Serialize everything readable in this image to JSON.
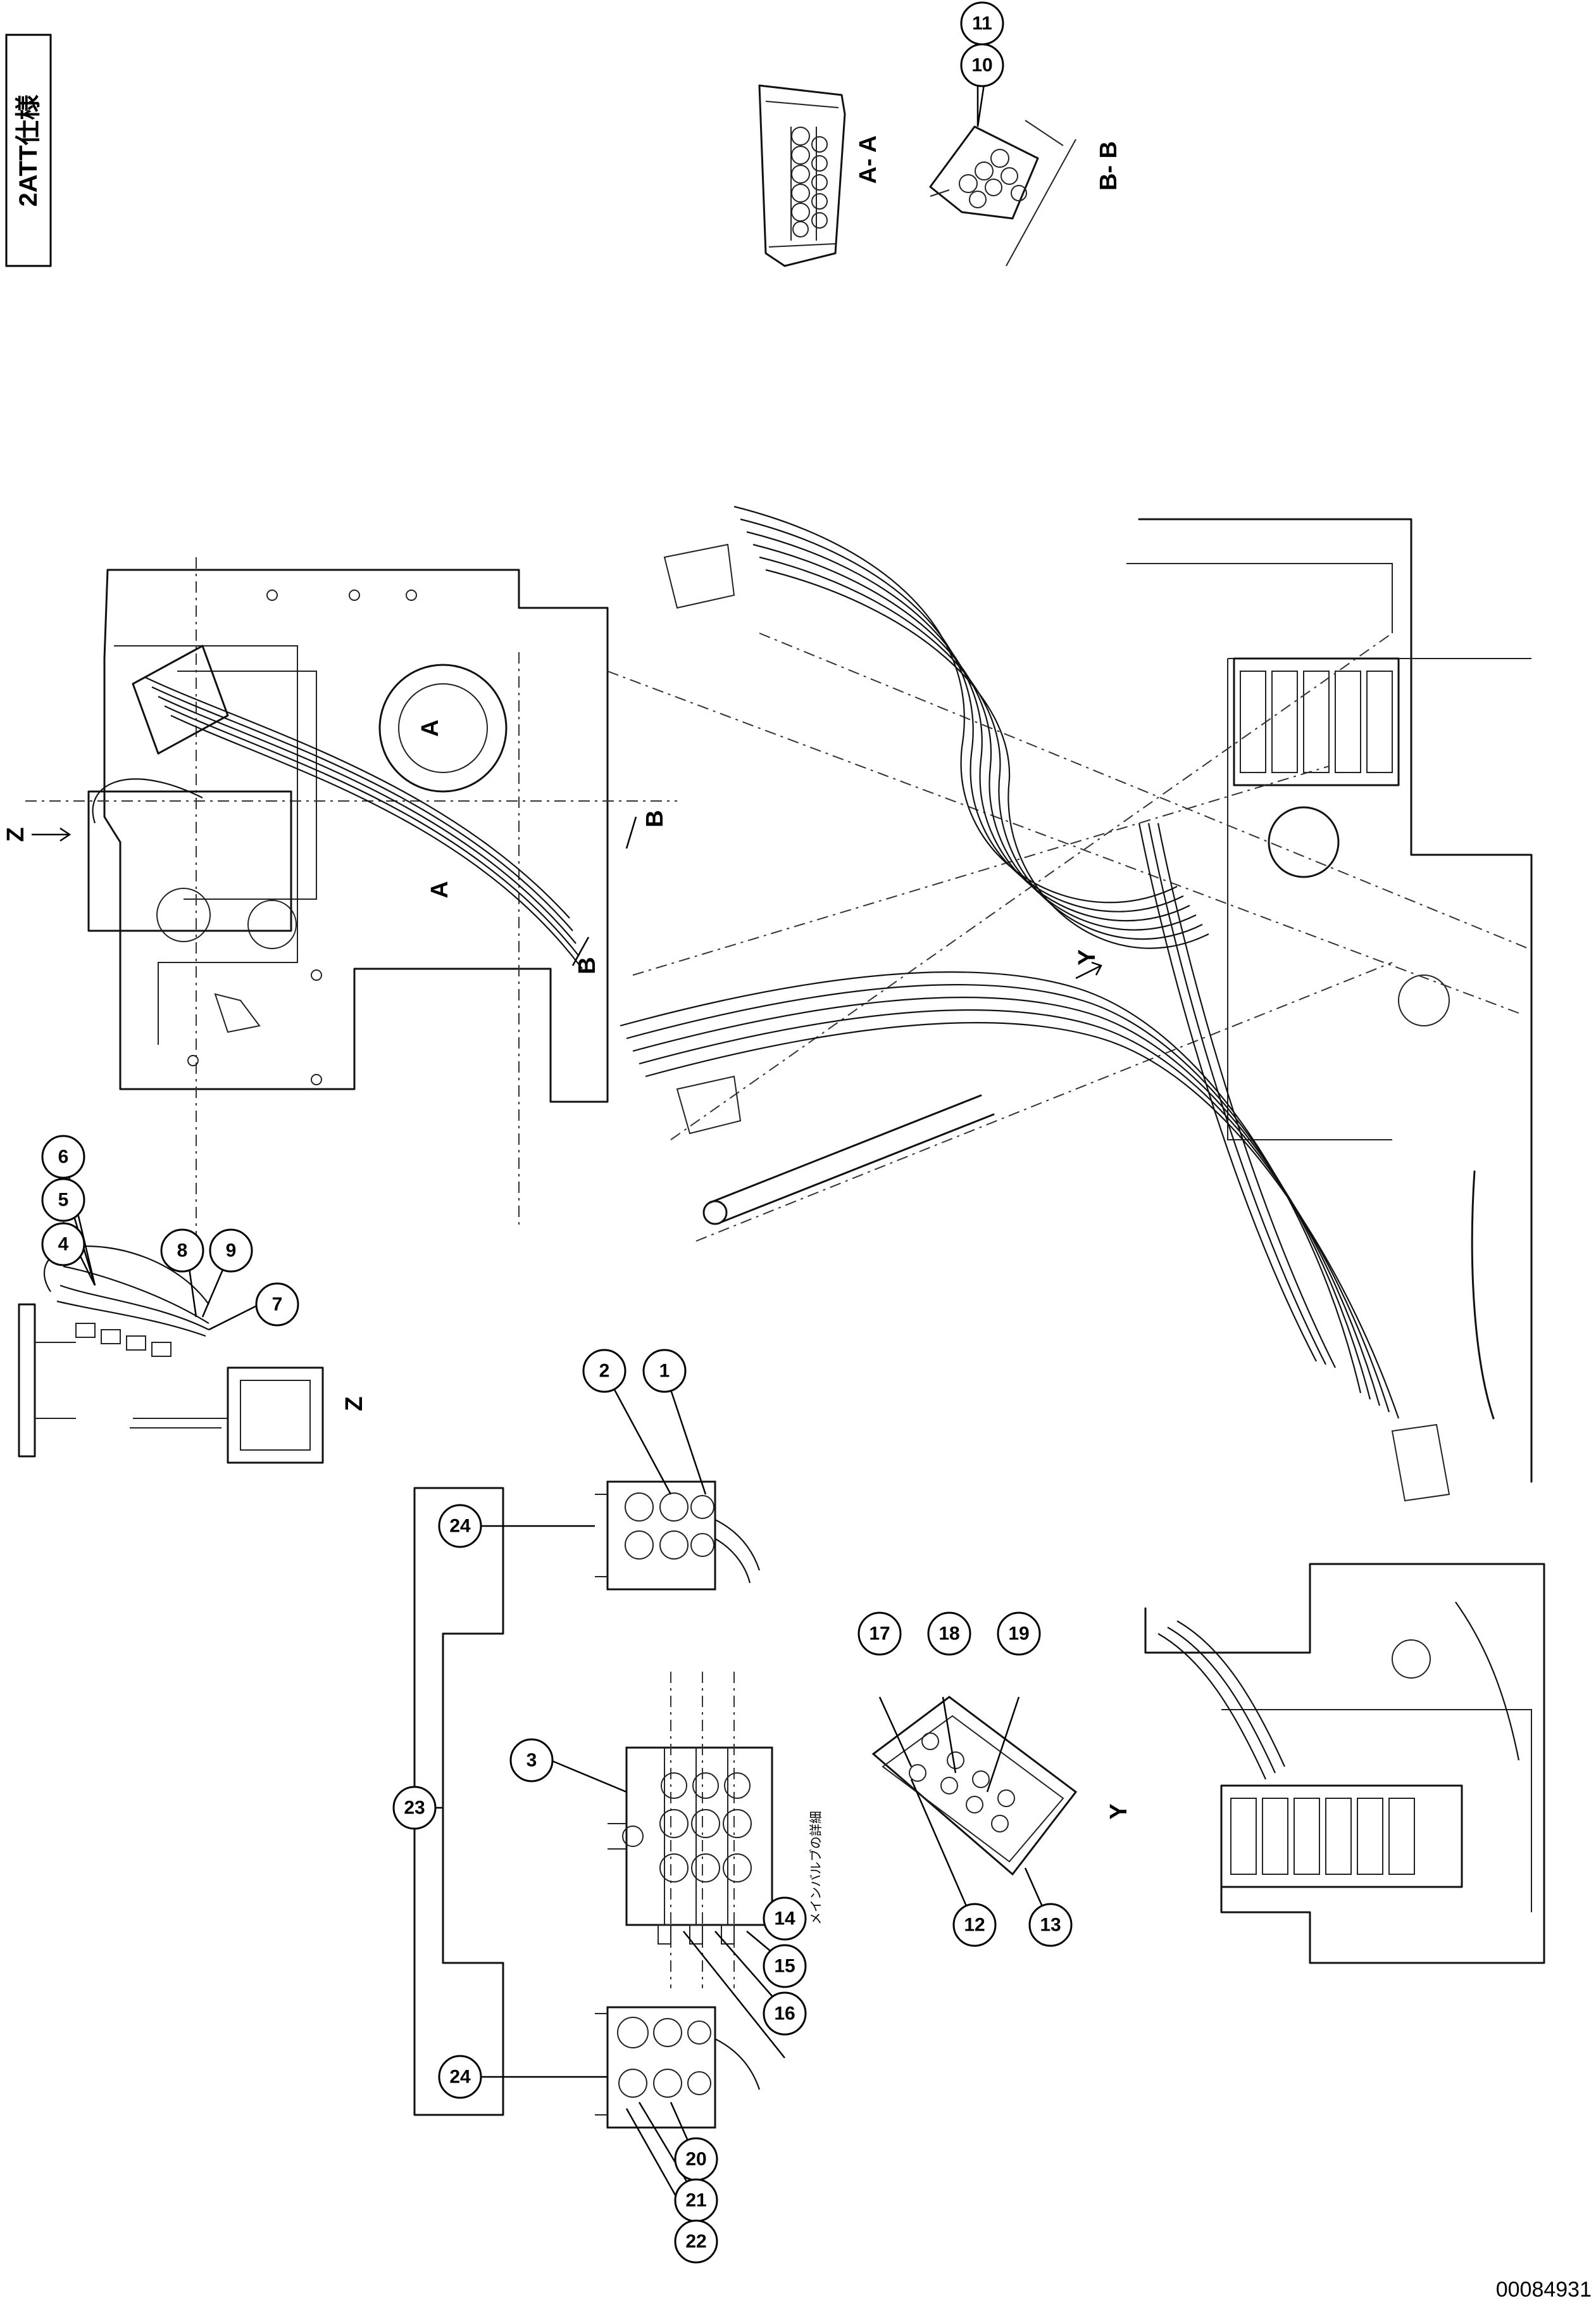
{
  "spec_label": "2ATT仕様",
  "section_labels": {
    "aa": "A- A",
    "bb": "B- B",
    "z_view": "Z",
    "z_arrow": "Z",
    "y_view": "Y",
    "y_arrow": "Y",
    "a_marker_1": "A",
    "a_marker_2": "A",
    "b_marker_1": "B",
    "b_marker_2": "B"
  },
  "main_valve_note": "メインバルブの詳細",
  "drawing_number": "00084931",
  "callouts": [
    "1",
    "2",
    "3",
    "4",
    "5",
    "6",
    "7",
    "8",
    "9",
    "10",
    "11",
    "12",
    "13",
    "14",
    "15",
    "16",
    "17",
    "18",
    "19",
    "20",
    "21",
    "22",
    "23",
    "24",
    "24"
  ]
}
